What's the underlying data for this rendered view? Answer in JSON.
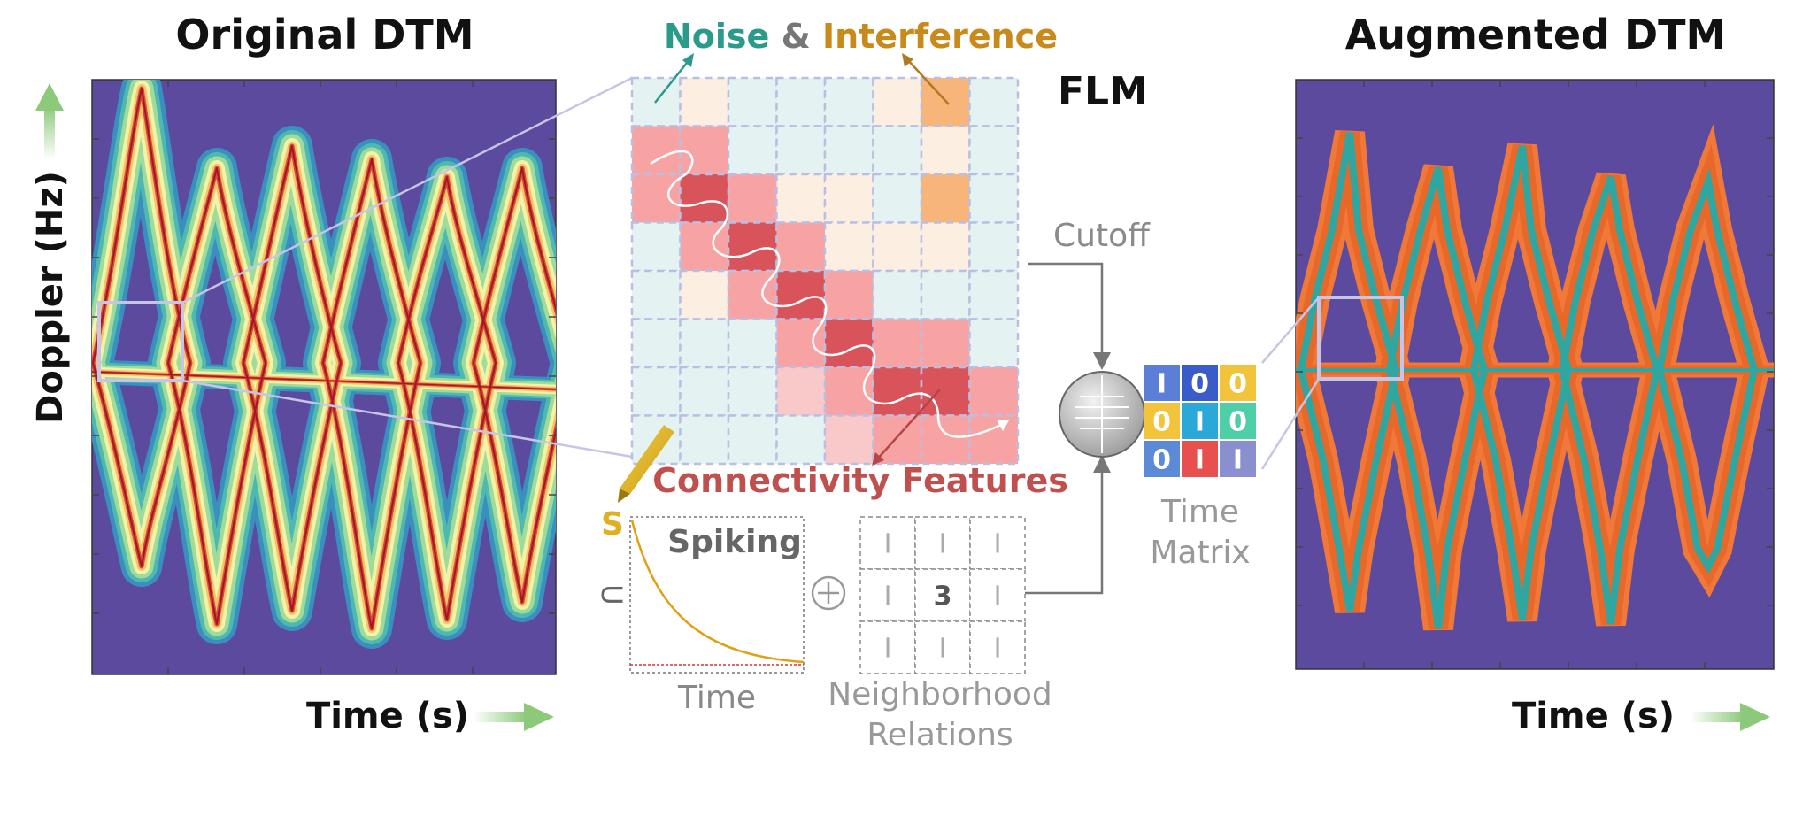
{
  "left_panel": {
    "title": "Original DTM",
    "y_axis_label": "Doppler (Hz)",
    "x_axis_label": "Time (s)"
  },
  "right_panel": {
    "title": "Augmented DTM",
    "x_axis_label": "Time (s)"
  },
  "header": {
    "noise_label": "Noise",
    "amp_label": "&",
    "interference_label": "Interference"
  },
  "flm": {
    "label": "FLM",
    "cutoff_label": "Cutoff",
    "connectivity_label": "Connectivity Features"
  },
  "spiking": {
    "s_label": "S",
    "u_label": "U",
    "title": "Spiking",
    "x_label": "Time"
  },
  "neighborhood": {
    "cells": [
      "I",
      "I",
      "I",
      "I",
      "3",
      "I",
      "I",
      "I",
      "I"
    ],
    "label_line1": "Neighborhood",
    "label_line2": "Relations"
  },
  "time_matrix": {
    "cells": [
      "I",
      "0",
      "0",
      "0",
      "I",
      "0",
      "0",
      "I",
      "I"
    ],
    "label_line1": "Time",
    "label_line2": "Matrix"
  },
  "colors": {
    "background_purple": "#5c4a9e",
    "noise_teal": "#2a9a8a",
    "interference_orange": "#c98a1c",
    "connectivity_red": "#c0504d",
    "axis_arrow_green": "#8cc97a",
    "spike_yellow": "#e0b020"
  }
}
